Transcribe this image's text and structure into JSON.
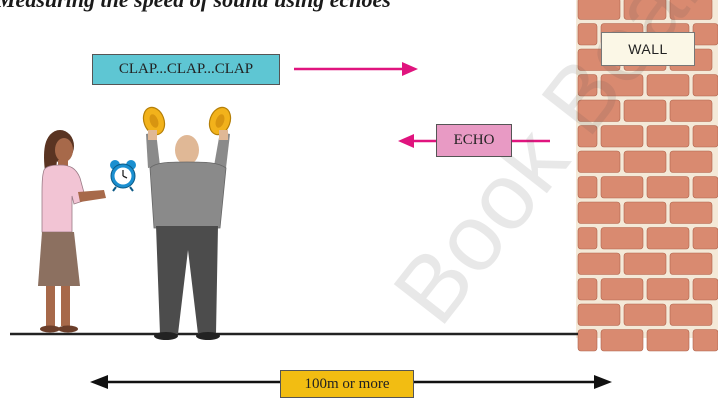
{
  "title": "Measuring the speed of sound using echoes",
  "labels": {
    "clap": "CLAP...CLAP...CLAP",
    "echo": "ECHO",
    "wall": "WALL",
    "distance": "100m or more"
  },
  "watermark": "Book Board",
  "colors": {
    "clap_box": "#5ec6d3",
    "echo_box": "#e89ac4",
    "distance_box": "#f2bd12",
    "arrow_sound": "#e0147e",
    "brick": "#d98a70",
    "mortar": "#f4e9d8"
  }
}
